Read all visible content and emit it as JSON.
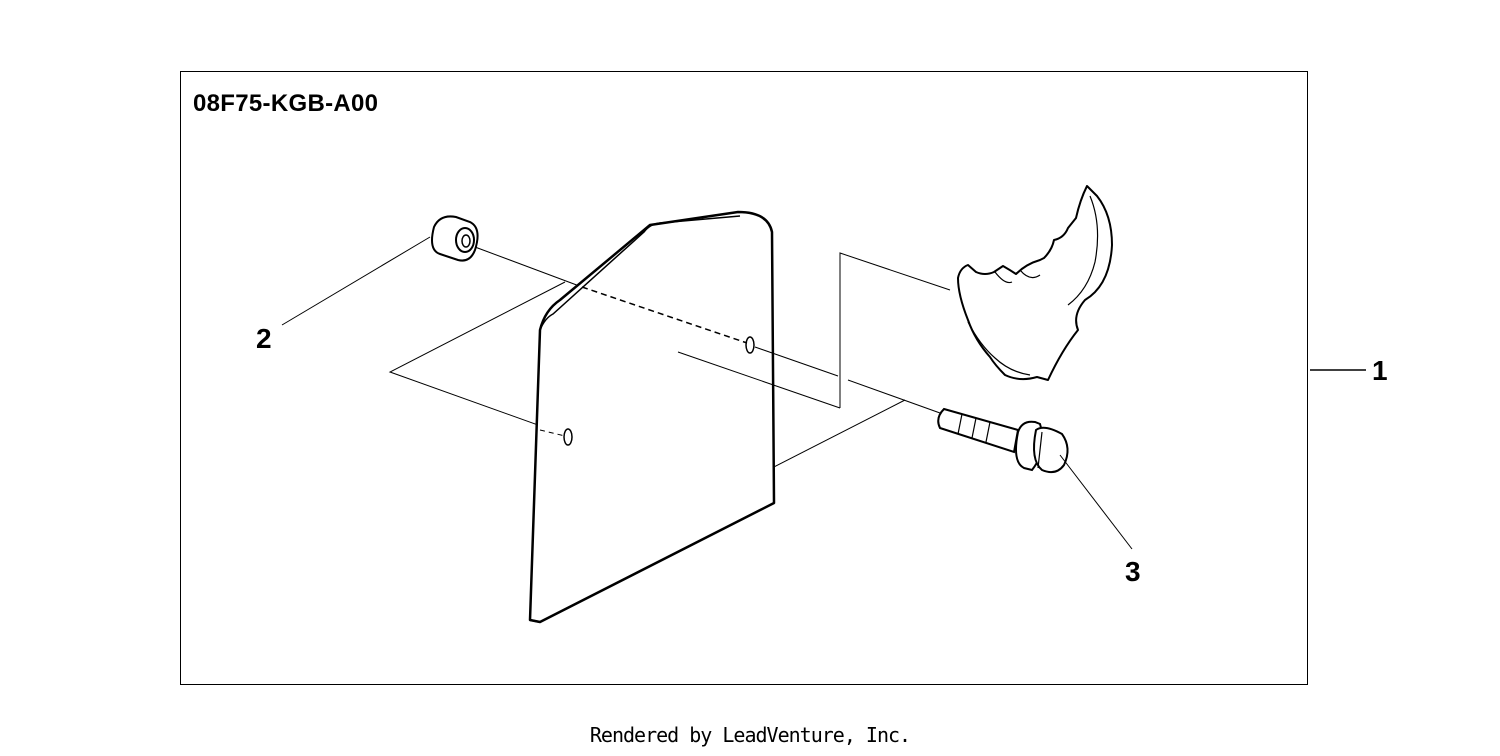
{
  "diagram": {
    "part_number": "08F75-KGB-A00",
    "callouts": [
      "1",
      "2",
      "3"
    ],
    "credit": "Rendered by LeadVenture, Inc.",
    "line_color": "#000000",
    "fill_color": "#ffffff"
  }
}
